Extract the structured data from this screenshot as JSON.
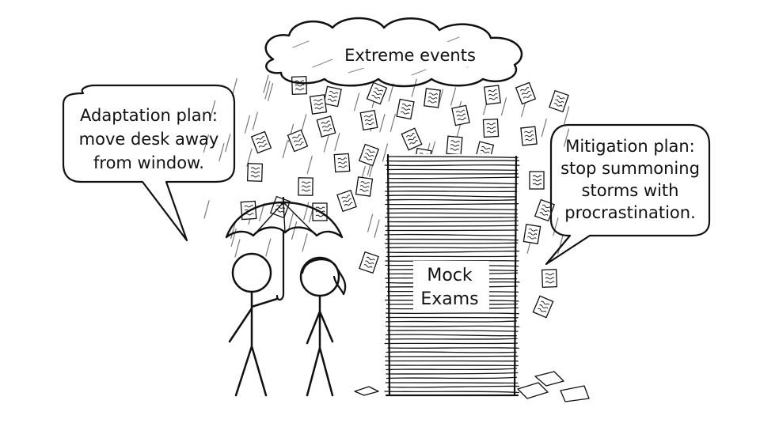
{
  "cloud": {
    "label": "Extreme events"
  },
  "left_bubble": {
    "lines": [
      "Adaptation plan:",
      "move desk away",
      "from window."
    ]
  },
  "right_bubble": {
    "lines": [
      "Mitigation plan:",
      "stop summoning",
      "storms with",
      "procrastination."
    ]
  },
  "stack": {
    "lines": [
      "Mock",
      "Exams"
    ]
  },
  "colors": {
    "ink": "#111111",
    "paper": "#ffffff",
    "cloud": "#555555"
  }
}
